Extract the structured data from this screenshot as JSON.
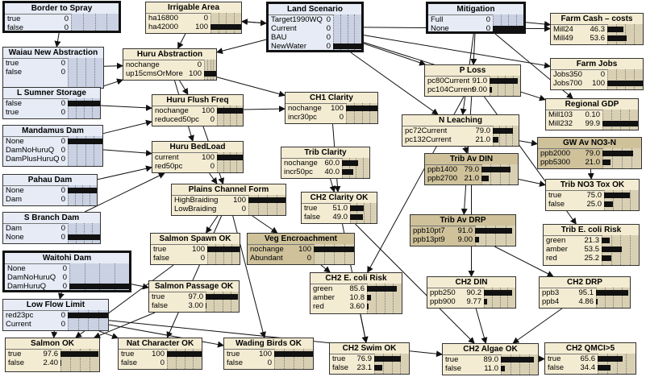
{
  "nodes": [
    {
      "id": "border",
      "title": "Border to Spray",
      "type": "decision",
      "sel": true,
      "states": [
        {
          "label": "true",
          "value": "0",
          "p": 0
        },
        {
          "label": "false",
          "value": "0",
          "p": 0
        }
      ]
    },
    {
      "id": "irrig",
      "title": "Irrigable Area",
      "type": "chance",
      "states": [
        {
          "label": "ha16800",
          "value": "0",
          "p": 0
        },
        {
          "label": "ha42000",
          "value": "100",
          "p": 100
        }
      ]
    },
    {
      "id": "land",
      "title": "Land Scenario",
      "type": "decision",
      "sel": true,
      "states": [
        {
          "label": "Target1990WQ",
          "value": "0",
          "p": 0
        },
        {
          "label": "Current",
          "value": "0",
          "p": 0
        },
        {
          "label": "BAU",
          "value": "0",
          "p": 0
        },
        {
          "label": "NewWater",
          "value": "0",
          "p": 100
        }
      ]
    },
    {
      "id": "mitig",
      "title": "Mitigation",
      "type": "decision",
      "sel": true,
      "states": [
        {
          "label": "Full",
          "value": "0",
          "p": 0
        },
        {
          "label": "None",
          "value": "0",
          "p": 100
        }
      ]
    },
    {
      "id": "cash",
      "title": "Farm Cash – costs",
      "type": "chance",
      "states": [
        {
          "label": "Mill24",
          "value": "46.3",
          "p": 46.3
        },
        {
          "label": "Mill49",
          "value": "53.6",
          "p": 53.6
        }
      ]
    },
    {
      "id": "waiau",
      "title": "Waiau New Abstraction",
      "type": "decision",
      "states": [
        {
          "label": "true",
          "value": "0",
          "p": 0
        },
        {
          "label": "false",
          "value": "0",
          "p": 0
        }
      ]
    },
    {
      "id": "huruabs",
      "title": "Huru Abstraction",
      "type": "chance",
      "states": [
        {
          "label": "nochange",
          "value": "0",
          "p": 0
        },
        {
          "label": "up15cmsOrMore",
          "value": "100",
          "p": 100
        }
      ]
    },
    {
      "id": "jobs",
      "title": "Farm Jobs",
      "type": "chance",
      "states": [
        {
          "label": "Jobs350",
          "value": "0",
          "p": 0
        },
        {
          "label": "Jobs700",
          "value": "100",
          "p": 100
        }
      ]
    },
    {
      "id": "ploss",
      "title": "P Loss",
      "type": "chance",
      "states": [
        {
          "label": "pc80Current",
          "value": "91.0",
          "p": 91
        },
        {
          "label": "pc104Current",
          "value": "9.00",
          "p": 9
        }
      ]
    },
    {
      "id": "sumner",
      "title": "L Sumner Storage",
      "type": "decision",
      "states": [
        {
          "label": "false",
          "value": "0",
          "p": 100
        },
        {
          "label": "true",
          "value": "0",
          "p": 0
        }
      ]
    },
    {
      "id": "flush",
      "title": "Huru Flush Freq",
      "type": "chance",
      "states": [
        {
          "label": "nochange",
          "value": "100",
          "p": 100
        },
        {
          "label": "reduced50pc",
          "value": "0",
          "p": 0
        }
      ]
    },
    {
      "id": "ch1",
      "title": "CH1 Clarity",
      "type": "chance",
      "states": [
        {
          "label": "nochange",
          "value": "100",
          "p": 100
        },
        {
          "label": "incr30pc",
          "value": "0",
          "p": 0
        }
      ]
    },
    {
      "id": "gdp",
      "title": "Regional GDP",
      "type": "chance",
      "states": [
        {
          "label": "Mill103",
          "value": "0.10",
          "p": 0.1
        },
        {
          "label": "Mill232",
          "value": "99.9",
          "p": 99.9
        }
      ]
    },
    {
      "id": "mand",
      "title": "Mandamus Dam",
      "type": "decision",
      "states": [
        {
          "label": "None",
          "value": "0",
          "p": 100
        },
        {
          "label": "DamNoHuruQ",
          "value": "0",
          "p": 0
        },
        {
          "label": "DamPlusHuruQ",
          "value": "0",
          "p": 0
        }
      ]
    },
    {
      "id": "nleach",
      "title": "N Leaching",
      "type": "chance",
      "states": [
        {
          "label": "pc72Current",
          "value": "79.0",
          "p": 79
        },
        {
          "label": "pc132Current",
          "value": "21.0",
          "p": 21
        }
      ]
    },
    {
      "id": "gw",
      "title": "GW Av NO3-N",
      "type": "chance",
      "dark": true,
      "states": [
        {
          "label": "ppb2000",
          "value": "79.0",
          "p": 79
        },
        {
          "label": "ppb5300",
          "value": "21.0",
          "p": 21
        }
      ]
    },
    {
      "id": "bedload",
      "title": "Huru BedLoad",
      "type": "chance",
      "states": [
        {
          "label": "current",
          "value": "100",
          "p": 100
        },
        {
          "label": "red50pc",
          "value": "0",
          "p": 0
        }
      ]
    },
    {
      "id": "tribclar",
      "title": "Trib Clarity",
      "type": "chance",
      "states": [
        {
          "label": "nochange",
          "value": "60.0",
          "p": 60
        },
        {
          "label": "incr50pc",
          "value": "40.0",
          "p": 40
        }
      ]
    },
    {
      "id": "tribdin",
      "title": "Trib Av DIN",
      "type": "chance",
      "dark": true,
      "states": [
        {
          "label": "ppb1400",
          "value": "79.0",
          "p": 79
        },
        {
          "label": "ppb2700",
          "value": "21.0",
          "p": 21
        }
      ]
    },
    {
      "id": "pahau",
      "title": "Pahau Dam",
      "type": "decision",
      "states": [
        {
          "label": "None",
          "value": "0",
          "p": 100
        },
        {
          "label": "Dam",
          "value": "0",
          "p": 0
        }
      ]
    },
    {
      "id": "plains",
      "title": "Plains Channel Form",
      "type": "chance",
      "states": [
        {
          "label": "HighBraiding",
          "value": "100",
          "p": 100
        },
        {
          "label": "LowBraiding",
          "value": "0",
          "p": 0
        }
      ]
    },
    {
      "id": "ch2clar",
      "title": "CH2 Clarity OK",
      "type": "chance",
      "states": [
        {
          "label": "true",
          "value": "51.0",
          "p": 51
        },
        {
          "label": "false",
          "value": "49.0",
          "p": 49
        }
      ]
    },
    {
      "id": "no3tox",
      "title": "Trib NO3 Tox OK",
      "type": "chance",
      "states": [
        {
          "label": "true",
          "value": "75.0",
          "p": 75
        },
        {
          "label": "false",
          "value": "25.0",
          "p": 25
        }
      ]
    },
    {
      "id": "sbranch",
      "title": "S Branch Dam",
      "type": "decision",
      "states": [
        {
          "label": "Dam",
          "value": "0",
          "p": 0
        },
        {
          "label": "None",
          "value": "0",
          "p": 100
        }
      ]
    },
    {
      "id": "tribdrp",
      "title": "Trib Av DRP",
      "type": "chance",
      "dark": true,
      "states": [
        {
          "label": "ppb10pt7",
          "value": "91.0",
          "p": 91
        },
        {
          "label": "ppb13pt9",
          "value": "9.00",
          "p": 9
        }
      ]
    },
    {
      "id": "tribecoli",
      "title": "Trib E. coli Risk",
      "type": "chance",
      "states": [
        {
          "label": "green",
          "value": "21.3",
          "p": 21.3
        },
        {
          "label": "amber",
          "value": "53.5",
          "p": 53.5
        },
        {
          "label": "red",
          "value": "25.2",
          "p": 25.2
        }
      ]
    },
    {
      "id": "spawn",
      "title": "Salmon Spawn OK",
      "type": "chance",
      "states": [
        {
          "label": "true",
          "value": "100",
          "p": 100
        },
        {
          "label": "false",
          "value": "0",
          "p": 0
        }
      ]
    },
    {
      "id": "vegenc",
      "title": "Veg Encroachment",
      "type": "chance",
      "dark": true,
      "states": [
        {
          "label": "nochange",
          "value": "100",
          "p": 100
        },
        {
          "label": "Abundant",
          "value": "0",
          "p": 0
        }
      ]
    },
    {
      "id": "waitohi",
      "title": "Waitohi Dam",
      "type": "decision",
      "sel": true,
      "states": [
        {
          "label": "None",
          "value": "0",
          "p": 0
        },
        {
          "label": "DamNoHuruQ",
          "value": "0",
          "p": 0
        },
        {
          "label": "DamHuruQ",
          "value": "0",
          "p": 100
        }
      ]
    },
    {
      "id": "ch2ecoli",
      "title": "CH2 E. coli Risk",
      "type": "chance",
      "states": [
        {
          "label": "green",
          "value": "85.6",
          "p": 85.6
        },
        {
          "label": "amber",
          "value": "10.8",
          "p": 10.8
        },
        {
          "label": "red",
          "value": "3.60",
          "p": 3.6
        }
      ]
    },
    {
      "id": "passage",
      "title": "Salmon Passage OK",
      "type": "chance",
      "states": [
        {
          "label": "true",
          "value": "97.0",
          "p": 97
        },
        {
          "label": "false",
          "value": "3.00",
          "p": 3
        }
      ]
    },
    {
      "id": "ch2din",
      "title": "CH2 DIN",
      "type": "chance",
      "states": [
        {
          "label": "ppb250",
          "value": "90.2",
          "p": 90.2
        },
        {
          "label": "ppb900",
          "value": "9.77",
          "p": 9.77
        }
      ]
    },
    {
      "id": "ch2drp",
      "title": "CH2 DRP",
      "type": "chance",
      "states": [
        {
          "label": "ppb3",
          "value": "95.1",
          "p": 95.1
        },
        {
          "label": "ppb4",
          "value": "4.86",
          "p": 4.86
        }
      ]
    },
    {
      "id": "lowflow",
      "title": "Low Flow Limit",
      "type": "decision",
      "states": [
        {
          "label": "red23pc",
          "value": "0",
          "p": 100
        },
        {
          "label": "Current",
          "value": "0",
          "p": 0
        }
      ]
    },
    {
      "id": "salmon",
      "title": "Salmon OK",
      "type": "chance",
      "states": [
        {
          "label": "true",
          "value": "97.6",
          "p": 97.6
        },
        {
          "label": "false",
          "value": "2.40",
          "p": 2.4
        }
      ]
    },
    {
      "id": "natchar",
      "title": "Nat Character OK",
      "type": "chance",
      "states": [
        {
          "label": "true",
          "value": "100",
          "p": 100
        },
        {
          "label": "false",
          "value": "0",
          "p": 0
        }
      ]
    },
    {
      "id": "wading",
      "title": "Wading Birds OK",
      "type": "chance",
      "states": [
        {
          "label": "true",
          "value": "100",
          "p": 100
        },
        {
          "label": "false",
          "value": "0",
          "p": 0
        }
      ]
    },
    {
      "id": "swim",
      "title": "CH2 Swim OK",
      "type": "chance",
      "states": [
        {
          "label": "true",
          "value": "76.9",
          "p": 76.9
        },
        {
          "label": "false",
          "value": "23.1",
          "p": 23.1
        }
      ]
    },
    {
      "id": "algae",
      "title": "CH2 Algae OK",
      "type": "chance",
      "states": [
        {
          "label": "true",
          "value": "89.0",
          "p": 89
        },
        {
          "label": "false",
          "value": "11.0",
          "p": 11
        }
      ]
    },
    {
      "id": "qmci",
      "title": "CH2 QMCI>5",
      "type": "chance",
      "states": [
        {
          "label": "true",
          "value": "65.6",
          "p": 65.6
        },
        {
          "label": "false",
          "value": "34.4",
          "p": 34.4
        }
      ]
    }
  ],
  "edges": [
    [
      "land",
      "irrig"
    ],
    [
      "land",
      "huruabs"
    ],
    [
      "land",
      "ploss"
    ],
    [
      "land",
      "nleach"
    ],
    [
      "land",
      "jobs"
    ],
    [
      "land",
      "cash"
    ],
    [
      "land",
      "gdp"
    ],
    [
      "mitig",
      "cash"
    ],
    [
      "mitig",
      "ploss"
    ],
    [
      "mitig",
      "nleach"
    ],
    [
      "mitig",
      "gdp"
    ],
    [
      "irrig",
      "huruabs"
    ],
    [
      "irrig",
      "land"
    ],
    [
      "border",
      "waiau"
    ],
    [
      "waiau",
      "huruabs"
    ],
    [
      "huruabs",
      "flush"
    ],
    [
      "huruabs",
      "ch1"
    ],
    [
      "huruabs",
      "bedload"
    ],
    [
      "sumner",
      "flush"
    ],
    [
      "sumner",
      "huruabs"
    ],
    [
      "mand",
      "flush"
    ],
    [
      "mand",
      "bedload"
    ],
    [
      "pahau",
      "bedload"
    ],
    [
      "sbranch",
      "bedload"
    ],
    [
      "flush",
      "plains"
    ],
    [
      "flush",
      "ch1"
    ],
    [
      "bedload",
      "plains"
    ],
    [
      "ch1",
      "ch2clar"
    ],
    [
      "tribclar",
      "ch2clar"
    ],
    [
      "nleach",
      "gw"
    ],
    [
      "nleach",
      "tribdin"
    ],
    [
      "gw",
      "no3tox"
    ],
    [
      "tribdin",
      "no3tox"
    ],
    [
      "tribdin",
      "ch2din"
    ],
    [
      "ploss",
      "tribdrp"
    ],
    [
      "tribdrp",
      "ch2drp"
    ],
    [
      "ploss",
      "tribecoli"
    ],
    [
      "ploss",
      "ch2ecoli"
    ],
    [
      "plains",
      "spawn"
    ],
    [
      "plains",
      "vegenc"
    ],
    [
      "plains",
      "wading"
    ],
    [
      "plains",
      "natchar"
    ],
    [
      "waitohi",
      "passage"
    ],
    [
      "waitohi",
      "lowflow"
    ],
    [
      "spawn",
      "salmon"
    ],
    [
      "passage",
      "salmon"
    ],
    [
      "lowflow",
      "salmon"
    ],
    [
      "lowflow",
      "natchar"
    ],
    [
      "lowflow",
      "wading"
    ],
    [
      "ch2ecoli",
      "swim"
    ],
    [
      "ch2clar",
      "swim"
    ],
    [
      "ch2din",
      "algae"
    ],
    [
      "ch2drp",
      "algae"
    ],
    [
      "vegenc",
      "ch2ecoli"
    ],
    [
      "lowflow",
      "algae"
    ],
    [
      "algae",
      "qmci"
    ],
    [
      "ch2clar",
      "algae"
    ]
  ]
}
